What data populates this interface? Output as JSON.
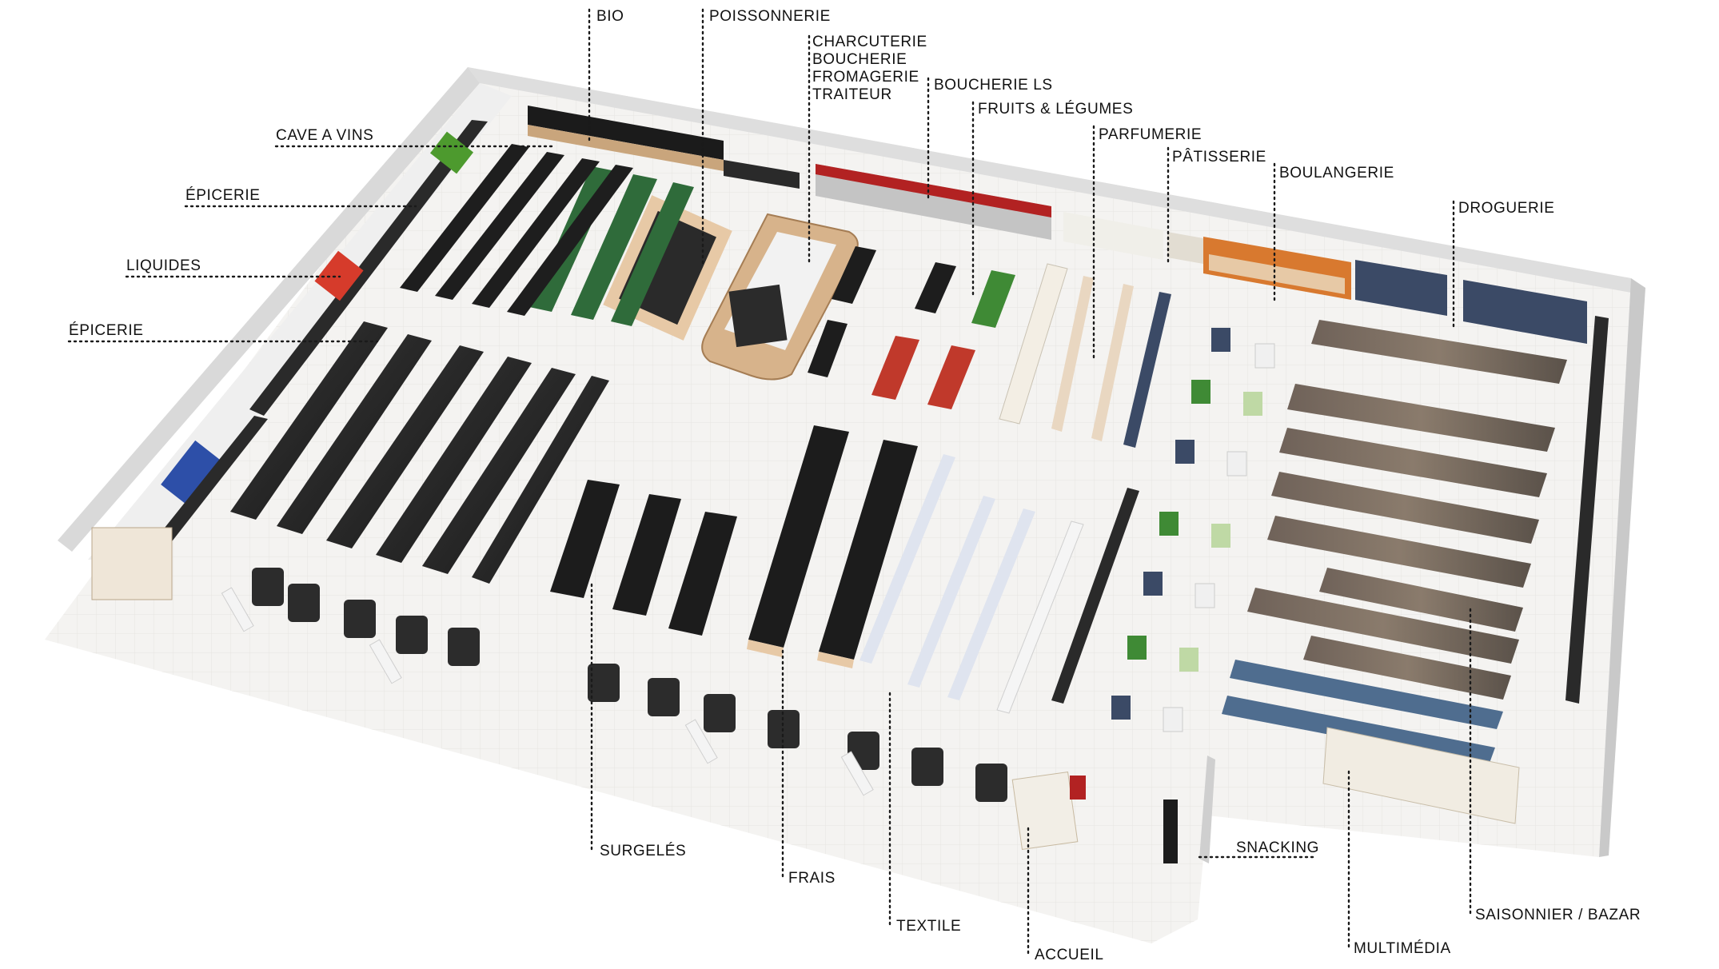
{
  "labels": {
    "bio": "BIO",
    "poissonnerie": "POISSONNERIE",
    "charcuterie": "CHARCUTERIE",
    "boucherie": "BOUCHERIE",
    "fromagerie": "FROMAGERIE",
    "traiteur": "TRAITEUR",
    "boucherie_ls": "BOUCHERIE LS",
    "fruits_legumes": "FRUITS & LÉGUMES",
    "parfumerie": "PARFUMERIE",
    "patisserie": "PÂTISSERIE",
    "boulangerie": "BOULANGERIE",
    "droguerie": "DROGUERIE",
    "cave_a_vins": "CAVE A VINS",
    "epicerie_top": "ÉPICERIE",
    "liquides": "LIQUIDES",
    "epicerie_left": "ÉPICERIE",
    "surgeles": "SURGELÉS",
    "frais": "FRAIS",
    "textile": "TEXTILE",
    "accueil": "ACCUEIL",
    "snacking": "SNACKING",
    "multimedia": "MULTIMÉDIA",
    "saisonnier_bazar": "SAISONNIER / BAZAR"
  },
  "colors": {
    "floor": "#f3f2f0",
    "wall": "#e9e9e9",
    "shelf_dark": "#2a2a2a",
    "wood": "#e7c9a6",
    "butcher_red": "#b22222",
    "bio_green": "#2f6b3a",
    "bakery_orange": "#d8792f",
    "produce_red": "#c0392b",
    "produce_green": "#3f8a35"
  }
}
